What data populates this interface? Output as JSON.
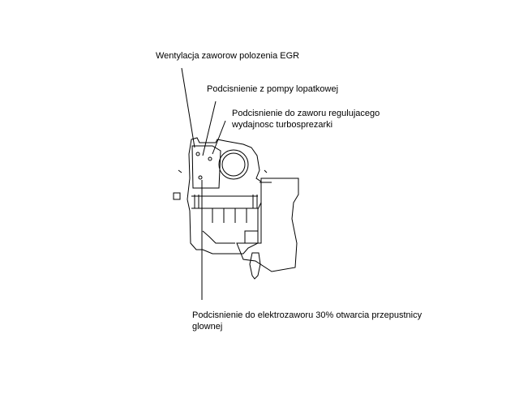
{
  "labels": {
    "egr_vent": "Wentylacja zaworow polozenia EGR",
    "vane_pump": "Podcisnienie z pompy lopatkowej",
    "turbo_valve_line1": "Podcisnienie do zaworu regulujacego",
    "turbo_valve_line2": "wydajnosc turbosprezarki",
    "solenoid_line1": "Podcisnienie do elektrozaworu 30% otwarcia przepustnicy",
    "solenoid_line2": "glownej"
  }
}
